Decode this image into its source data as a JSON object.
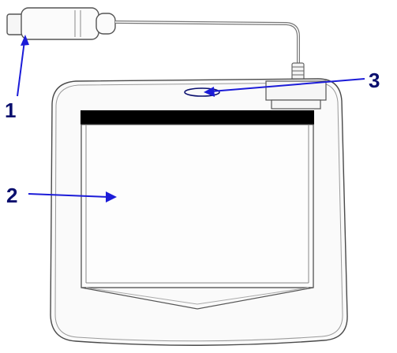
{
  "diagram": {
    "callouts": [
      {
        "number": "1",
        "target": "usb-connector"
      },
      {
        "number": "2",
        "target": "writing-surface"
      },
      {
        "number": "3",
        "target": "status-led"
      }
    ],
    "colors": {
      "callout": "#1c1cd8",
      "label": "#0a0f6e",
      "outline": "#5a5a5a",
      "surface": "#f8f8f8",
      "bar": "#000000"
    }
  }
}
